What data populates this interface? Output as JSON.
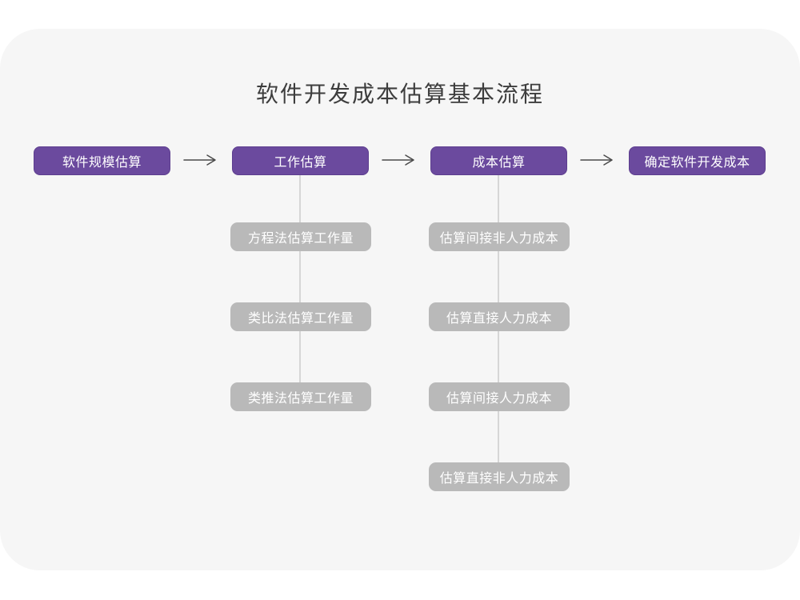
{
  "title": "软件开发成本估算基本流程",
  "colors": {
    "card_bg": "#f6f6f6",
    "primary_purple": "#6b4a9e",
    "purple_border": "#5d3e8f",
    "gray_box": "#b9b9b9",
    "connector_line": "#d6d6d6",
    "arrow": "#4a4a4a",
    "title_text": "#3d3d3d"
  },
  "main_flow": [
    {
      "label": "软件规模估算"
    },
    {
      "label": "工作估算"
    },
    {
      "label": "成本估算"
    },
    {
      "label": "确定软件开发成本"
    }
  ],
  "work_estimation_methods": [
    {
      "label": "方程法估算工作量"
    },
    {
      "label": "类比法估算工作量"
    },
    {
      "label": "类推法估算工作量"
    }
  ],
  "cost_estimation_steps": [
    {
      "label": "估算间接非人力成本"
    },
    {
      "label": "估算直接人力成本"
    },
    {
      "label": "估算间接人力成本"
    },
    {
      "label": "估算直接非人力成本"
    }
  ]
}
